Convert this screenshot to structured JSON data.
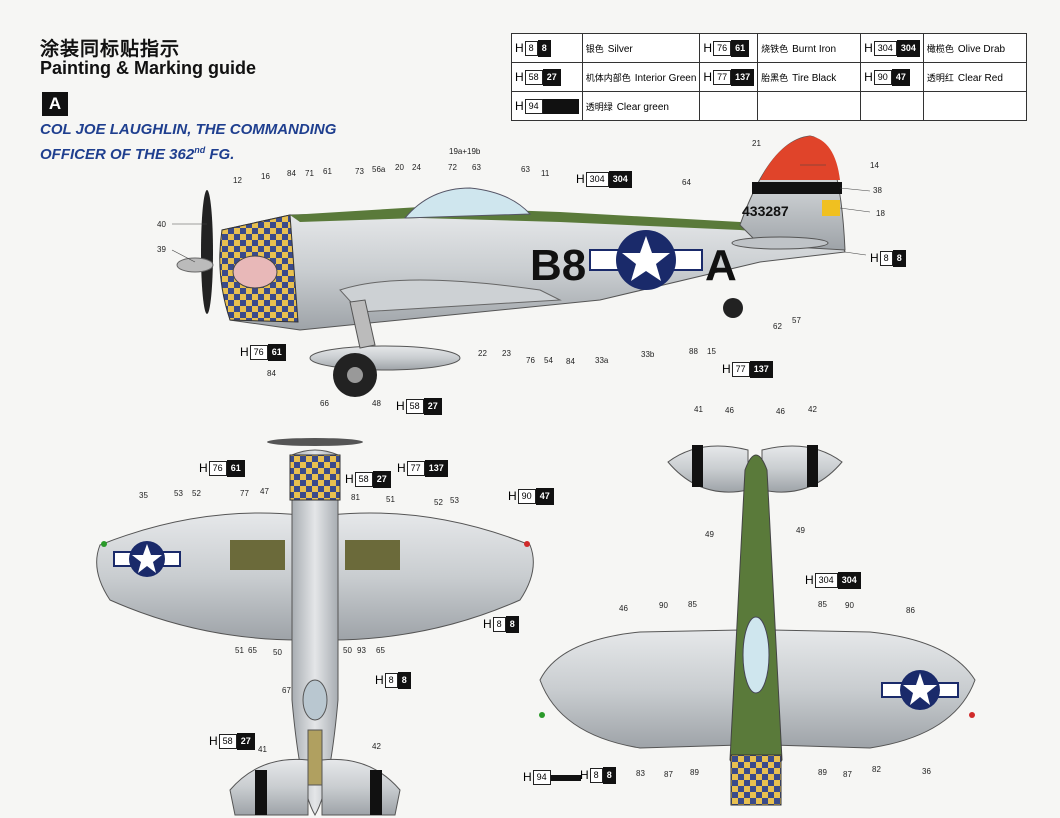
{
  "header": {
    "title_cn": "涂装同标贴指示",
    "title_en": "Painting & Marking guide",
    "scheme_letter": "A",
    "description_line1": "COL JOE LAUGHLIN, THE COMMANDING",
    "description_line2_pre": "OFFICER OF THE 362",
    "description_line2_sup": "nd",
    "description_line2_post": " FG."
  },
  "legend": [
    [
      {
        "h": "H",
        "n1": "8",
        "n2": "8",
        "cn": "银色",
        "en": "Silver",
        "swatch": "#111"
      },
      {
        "h": "H",
        "n1": "76",
        "n2": "61",
        "cn": "烧铁色",
        "en": "Burnt Iron",
        "swatch": "#111"
      },
      {
        "h": "H",
        "n1": "304",
        "n2": "304",
        "cn": "橄榄色",
        "en": "Olive Drab",
        "swatch": "#111"
      }
    ],
    [
      {
        "h": "H",
        "n1": "58",
        "n2": "27",
        "cn": "机体内部色",
        "en": "Interior Green",
        "swatch": "#111"
      },
      {
        "h": "H",
        "n1": "77",
        "n2": "137",
        "cn": "胎黑色",
        "en": "Tire Black",
        "swatch": "#111"
      },
      {
        "h": "H",
        "n1": "90",
        "n2": "47",
        "cn": "透明红",
        "en": "Clear Red",
        "swatch": "#111"
      }
    ],
    [
      {
        "h": "H",
        "n1": "94",
        "n2": "",
        "cn": "透明绿",
        "en": "Clear green",
        "swatch": "#111"
      }
    ]
  ],
  "aircraft": {
    "serial": "433287",
    "code_left": "B8",
    "code_right": "A"
  },
  "callouts": {
    "side_top": [
      "H",
      "304",
      "304"
    ],
    "side_tail": [
      "H",
      "8",
      "8"
    ],
    "side_cowl": [
      "H",
      "76",
      "61"
    ],
    "side_bottom": [
      "H",
      "58",
      "27"
    ],
    "side_tire": [
      "H",
      "77",
      "137"
    ],
    "top_left1": [
      "H",
      "76",
      "61"
    ],
    "top_left2": [
      "H",
      "58",
      "27"
    ],
    "top_left3": [
      "H",
      "77",
      "137"
    ],
    "top_clear_red": [
      "H",
      "90",
      "47"
    ],
    "top_silver": [
      "H",
      "8",
      "8"
    ],
    "top_silver2": [
      "H",
      "8",
      "8"
    ],
    "top_interior": [
      "H",
      "58",
      "27"
    ],
    "bottom_olive": [
      "H",
      "304",
      "304"
    ],
    "bottom_clear_green": [
      "H",
      "94",
      ""
    ],
    "bottom_silver": [
      "H",
      "8",
      "8"
    ]
  },
  "part_numbers": {
    "side": [
      "12",
      "16",
      "84",
      "71",
      "61",
      "73",
      "56a",
      "20",
      "24",
      "72",
      "19a+19b",
      "63",
      "63",
      "11",
      "64",
      "21",
      "14",
      "38",
      "18",
      "40",
      "39",
      "22",
      "23",
      "76",
      "54",
      "84",
      "33a",
      "33b",
      "88",
      "15",
      "62",
      "57",
      "84",
      "66",
      "48"
    ],
    "top": [
      "35",
      "53",
      "52",
      "77",
      "47",
      "81",
      "51",
      "52",
      "53",
      "51",
      "65",
      "50",
      "50",
      "93",
      "65",
      "67",
      "41",
      "42"
    ],
    "bottom": [
      "41",
      "46",
      "46",
      "42",
      "49",
      "49",
      "46",
      "90",
      "85",
      "85",
      "90",
      "86",
      "83",
      "87",
      "89",
      "89",
      "87",
      "82",
      "36"
    ]
  },
  "colors": {
    "silver": "#c9cdd0",
    "olive": "#5a7a3a",
    "blue_roundel": "#1a2a6a",
    "red_tail": "#e0442a",
    "yellow": "#f0c020",
    "checker_yellow": "#e8c050",
    "checker_blue": "#3a4a8a",
    "title_blue": "#1f3f8f"
  }
}
